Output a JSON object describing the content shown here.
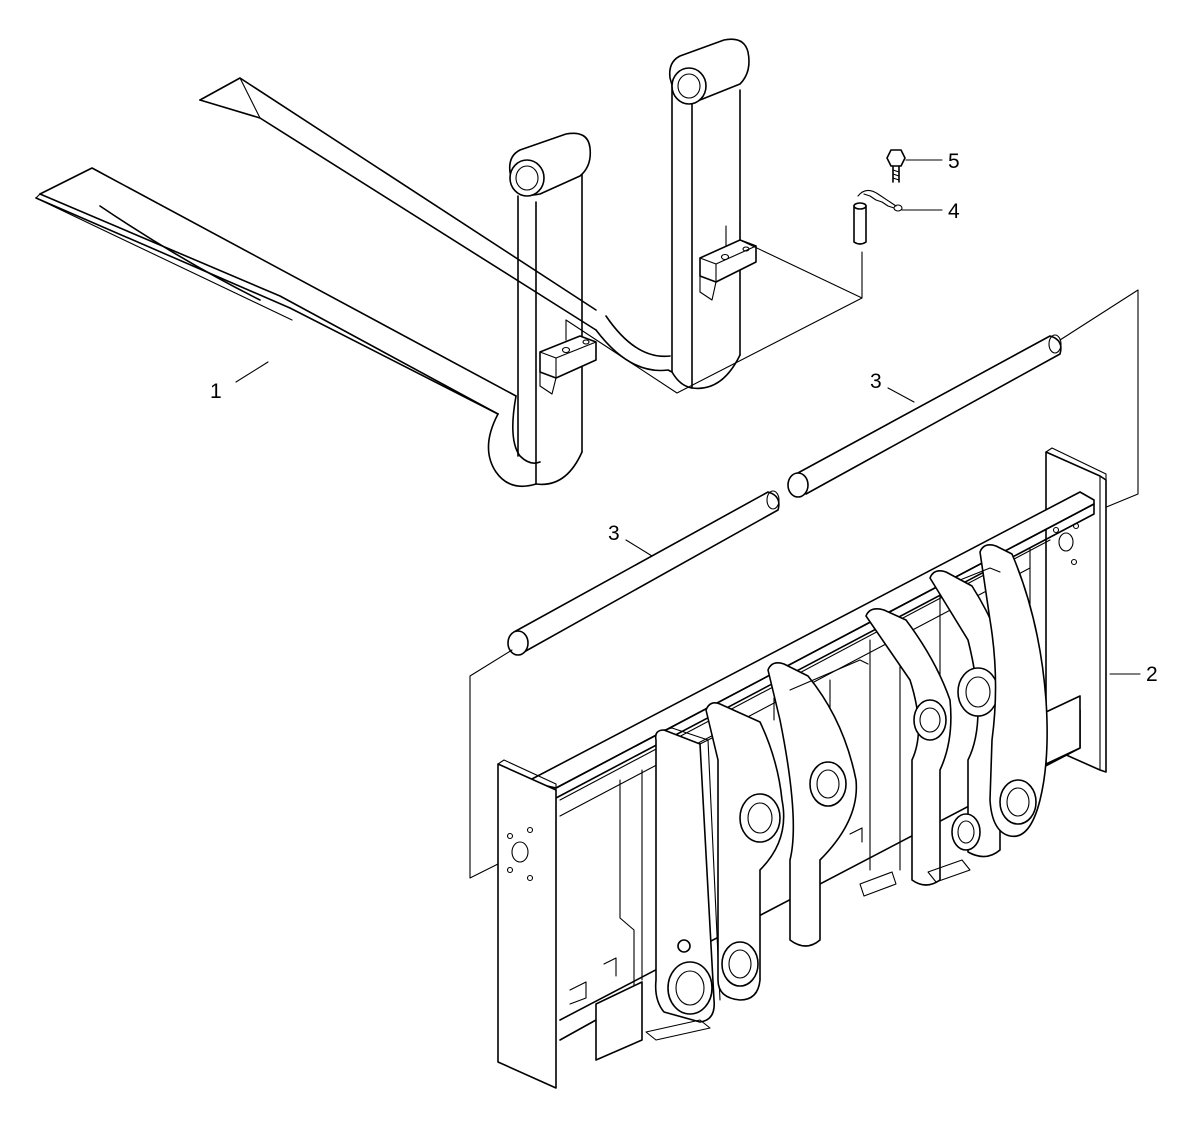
{
  "callouts": [
    {
      "id": "1",
      "label": "1"
    },
    {
      "id": "2",
      "label": "2"
    },
    {
      "id": "3a",
      "label": "3"
    },
    {
      "id": "3b",
      "label": "3"
    },
    {
      "id": "4",
      "label": "4"
    },
    {
      "id": "5",
      "label": "5"
    }
  ],
  "colors": {
    "line": "#000000",
    "background": "#ffffff"
  }
}
